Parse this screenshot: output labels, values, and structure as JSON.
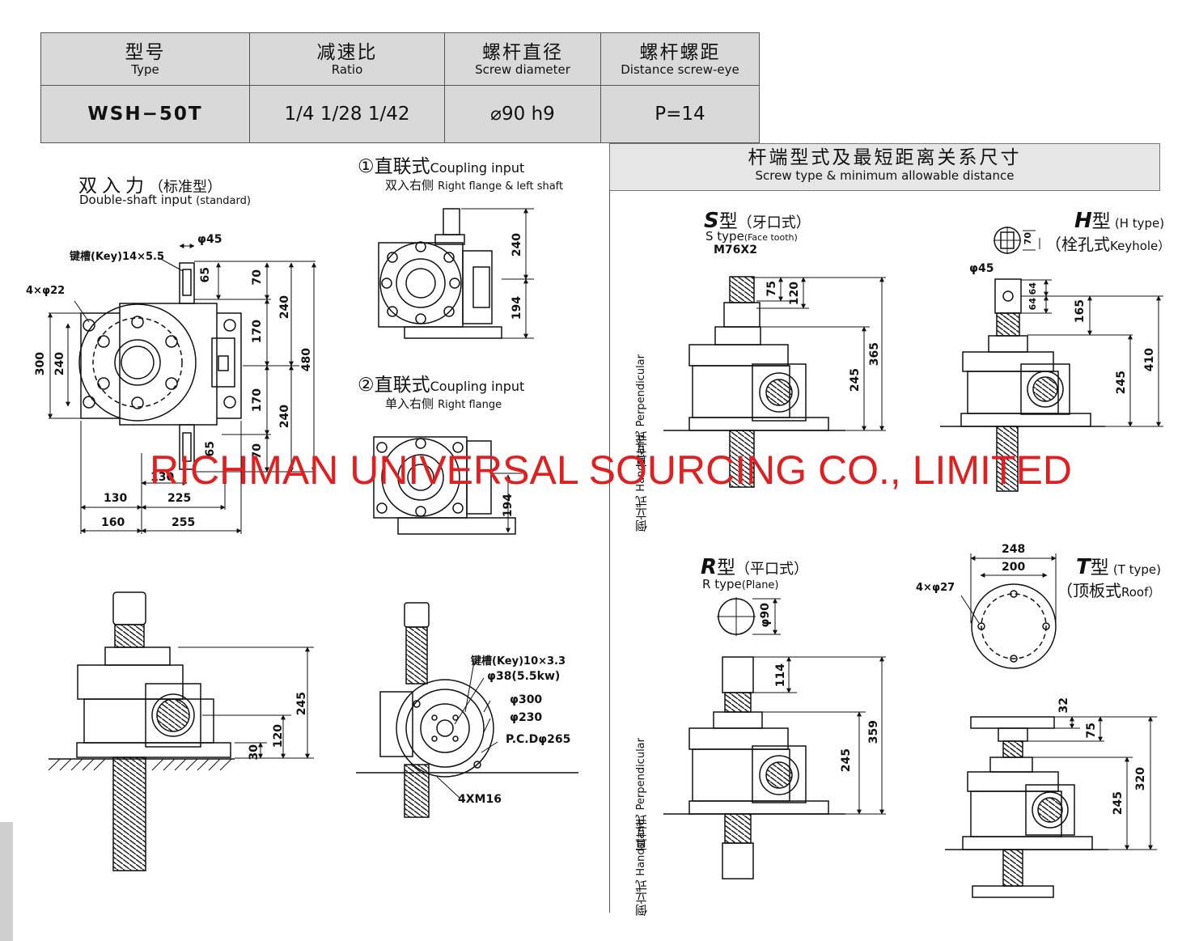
{
  "table": {
    "headers": [
      {
        "cn": "型号",
        "en": "Type"
      },
      {
        "cn": "减速比",
        "en": "Ratio"
      },
      {
        "cn": "螺杆直径",
        "en": "Screw diameter"
      },
      {
        "cn": "螺杆螺距",
        "en": "Distance screw-eye"
      }
    ],
    "row": {
      "model": "WSH−50T",
      "ratio": "1/4 1/28 1/42",
      "diameter": "⌀90 h9",
      "pitch": "P=14"
    }
  },
  "left": {
    "title_cn": "双入力",
    "title_cn_sub": "（标准型）",
    "title_en": "Double-shaft input",
    "title_en_sub": "(standard)",
    "key": "键槽(Key)14×5.5",
    "holes": "4×φ22",
    "shaft_dia": "φ45",
    "dims": {
      "d70a": "70",
      "d65a": "65",
      "d170a": "170",
      "d240a": "240",
      "d480": "480",
      "d170b": "170",
      "d240b": "240",
      "d70b": "70",
      "d65b": "65",
      "d300": "300",
      "d240c": "240",
      "d130a": "130",
      "d130b": "130",
      "d225": "225",
      "d160": "160",
      "d255": "255"
    }
  },
  "coupling1": {
    "num": "①",
    "cn": "直联式",
    "en": "Coupling input",
    "sub_cn": "双入右侧",
    "sub_en": "Right flange & left shaft",
    "d240": "240",
    "d194": "194"
  },
  "coupling2": {
    "num": "②",
    "cn": "直联式",
    "en": "Coupling input",
    "sub_cn": "单入右侧",
    "sub_en": "Right flange",
    "d194": "194"
  },
  "bottom_left": {
    "d245": "245",
    "d120": "120",
    "d30": "30"
  },
  "bottom_mid": {
    "key": "键槽(Key)10×3.3",
    "d38": "φ38(5.5kw)",
    "d300": "φ300",
    "d230": "φ230",
    "pcd": "P.C.Dφ265",
    "bolts": "4XM16"
  },
  "right": {
    "header_cn": "杆端型式及最短距离关系尺寸",
    "header_en": "Screw type & minimum allowable distance",
    "perp_cn": "直立式",
    "perp_en": "Perpendicular",
    "hand_cn": "倒立式",
    "hand_en": "Handstand",
    "s": {
      "letter": "S",
      "cn": "型",
      "desc": "（牙口式）",
      "en": "S type",
      "en_sub": "(Face tooth)",
      "thread": "M76X2",
      "d75": "75",
      "d120": "120",
      "d245": "245",
      "d365": "365"
    },
    "h": {
      "letter": "H",
      "cn": "型",
      "en": "(H type)",
      "desc": "（栓孔式",
      "desc_en": "Keyhole）",
      "d70": "70",
      "d45": "φ45",
      "d64a": "64",
      "d64b": "64",
      "d165": "165",
      "d245": "245",
      "d410": "410"
    },
    "r": {
      "letter": "R",
      "cn": "型",
      "desc": "（平口式）",
      "en": "R type",
      "en_sub": "(Plane)",
      "d90": "φ90",
      "d114": "114",
      "d245": "245",
      "d359": "359"
    },
    "t": {
      "letter": "T",
      "cn": "型",
      "en": "(T type)",
      "desc": "（顶板式",
      "desc_en": "Roof）",
      "d248": "248",
      "d200": "200",
      "holes": "4×φ27",
      "d32": "32",
      "d75": "75",
      "d245": "245",
      "d320": "320"
    }
  },
  "watermark": "RICHMAN UNIVERSAL SOURCING CO., LIMITED"
}
